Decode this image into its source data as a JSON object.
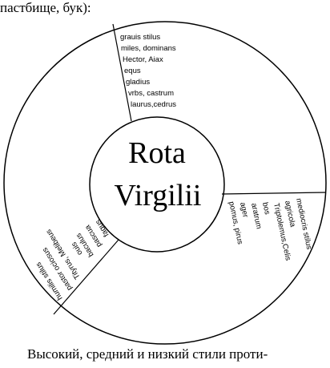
{
  "top_text": "пастбище, бук):",
  "bottom_text": "Высокий, средний и низкий стили проти-",
  "wheel": {
    "center_line1": "Rota",
    "center_line2": "Virgilii",
    "segments": [
      {
        "id": "high",
        "lines": [
          "grauis stilus",
          "miles, dominans",
          "Hector, Aiax",
          "equs",
          "gladius",
          "vrbs, castrum",
          "laurus,cedrus"
        ]
      },
      {
        "id": "middle",
        "lines": [
          "mediocris stilus",
          "agricola",
          "Triptolemus,Celis",
          "bos",
          "aratrum",
          "ager",
          "pomus, pirus"
        ]
      },
      {
        "id": "low",
        "lines": [
          "humilis stilus",
          "pastor ociosus",
          "Tityrus, Melibeus",
          "ouis",
          "baculus",
          "pascua",
          "fagus"
        ]
      }
    ]
  }
}
